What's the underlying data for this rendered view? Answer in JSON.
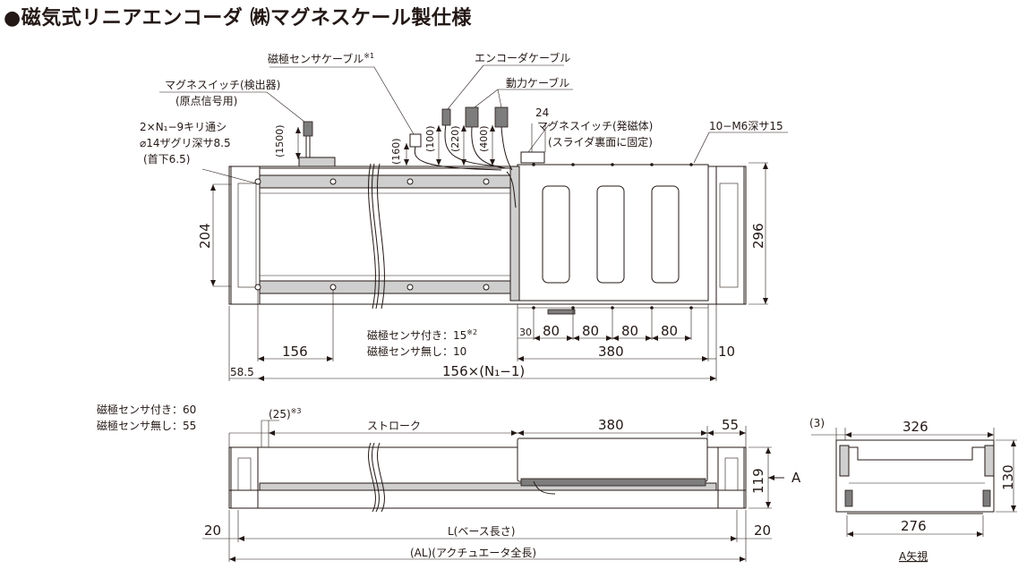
{
  "title": "●磁気式リニアエンコーダ ㈱マグネスケール製仕様",
  "labels": {
    "sensor_cable": "磁極センサケーブル",
    "sensor_cable_note": "※1",
    "encoder_cable": "エンコーダケーブル",
    "power_cable": "動力ケーブル",
    "mag_switch_detector_1": "マグネスイッチ(検出器)",
    "mag_switch_detector_2": "(原点信号用)",
    "mag_switch_magnet_1": "マグネスイッチ(発磁体)",
    "mag_switch_magnet_2": "(スライダ裏面に固定)",
    "hole_spec_1": "2×N₁−9キリ通シ",
    "hole_spec_2": "⌀14ザグリ深サ8.5",
    "hole_spec_3": "(首下6.5)",
    "tapped_holes": "10−M6深サ15",
    "sensor_with_top": "磁極センサ付き：15",
    "sensor_with_top_note": "※2",
    "sensor_without_top": "磁極センサ無し：10",
    "sensor_with_side": "磁極センサ付き：60",
    "sensor_without_side": "磁極センサ無し：55",
    "stroke": "ストローク",
    "base_length": "L(ベース長さ)",
    "actuator_length": "(AL)(アクチュエータ全長)",
    "view_a": "A矢視",
    "arrow_a": "A"
  },
  "dims": {
    "cable_1500": "(1500)",
    "cable_160": "(160)",
    "cable_100": "(100)",
    "cable_220": "(220)",
    "cable_400": "(400)",
    "d24": "24",
    "d204": "204",
    "d296": "296",
    "d156": "156",
    "d58_5": "58.5",
    "d156n": "156×(N₁−1)",
    "d30": "30",
    "d80a": "80",
    "d80b": "80",
    "d80c": "80",
    "d80d": "80",
    "d380_top": "380",
    "d10": "10",
    "d25": "(25)",
    "d25_note": "※3",
    "d380_side": "380",
    "d55": "55",
    "d119": "119",
    "d20_left": "20",
    "d20_right": "20",
    "d3": "(3)",
    "d326": "326",
    "d130": "130",
    "d276": "276"
  }
}
